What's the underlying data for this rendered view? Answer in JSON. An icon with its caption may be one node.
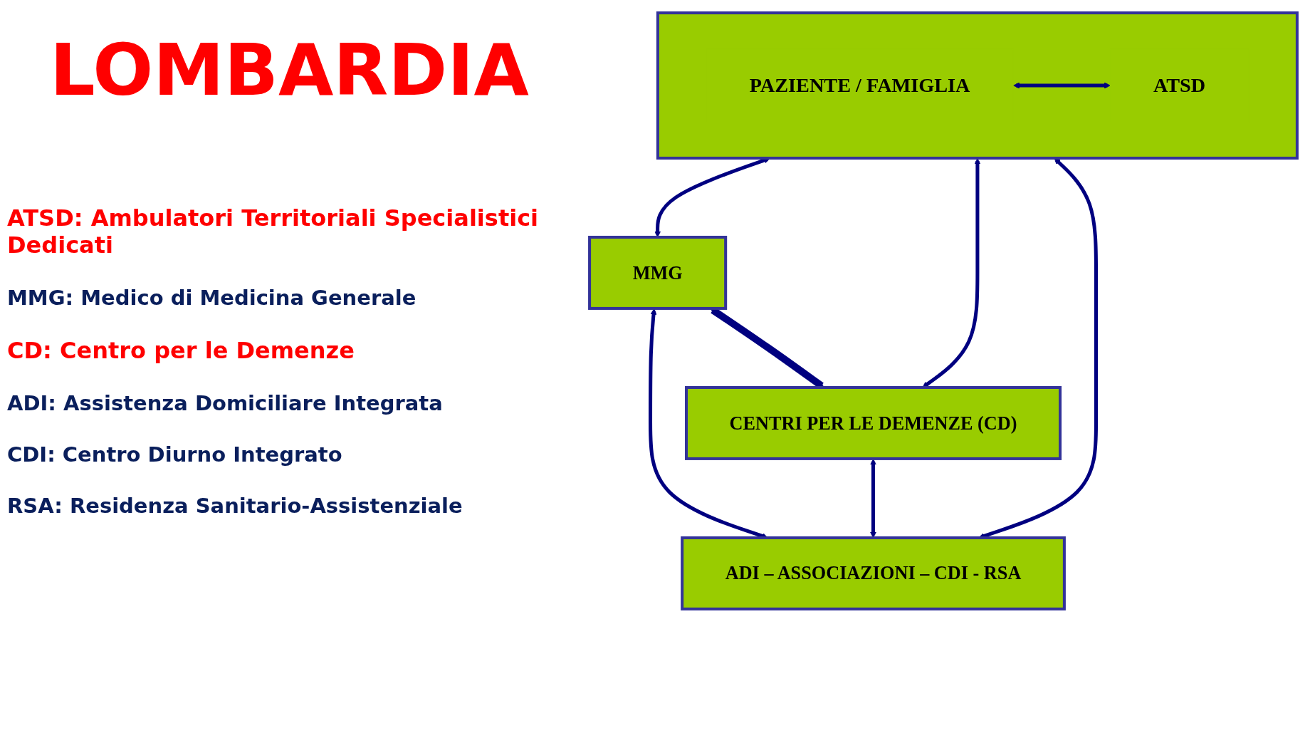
{
  "diagram": {
    "title": "LOMBARDIA",
    "nodes": [
      {
        "text": [],
        "shape": "box"
      },
      {
        "text": [
          "PAZIENTE / FAMIGLIA"
        ],
        "in": 0
      },
      {
        "text": [
          "ATSD"
        ],
        "in": 0
      },
      {
        "text": [
          "MMG"
        ]
      },
      {
        "text": [
          "CENTRI PER LE DEMENZE (CD)"
        ]
      },
      {
        "text": [
          "ADI – ASSOCIAZIONI – CDI - RSA"
        ]
      }
    ],
    "edges": [
      {
        "from": 1,
        "to": 2,
        "arrow": "both"
      },
      {
        "from": 0,
        "to": 3,
        "arrow": "both"
      },
      {
        "from": 0,
        "to": 5,
        "arrow": "both"
      },
      {
        "from": 0,
        "to": 4,
        "arrow": "both"
      },
      {
        "from": 3,
        "to": 5,
        "arrow": "both"
      },
      {
        "from": 4,
        "to": 5,
        "arrow": "both"
      },
      {
        "from": 3,
        "to": 4,
        "arrow": "both",
        "style": "thick"
      }
    ],
    "labels": [
      "ATSD: Ambulatori Territoriali Specialistici Dedicati",
      "MMG: Medico di Medicina Generale",
      "CD: Centro per le Demenze",
      "ADI: Assistenza Domiciliare Integrata",
      "CDI: Centro Diurno Integrato",
      "RSA: Residenza Sanitario-Assistenziale"
    ]
  }
}
